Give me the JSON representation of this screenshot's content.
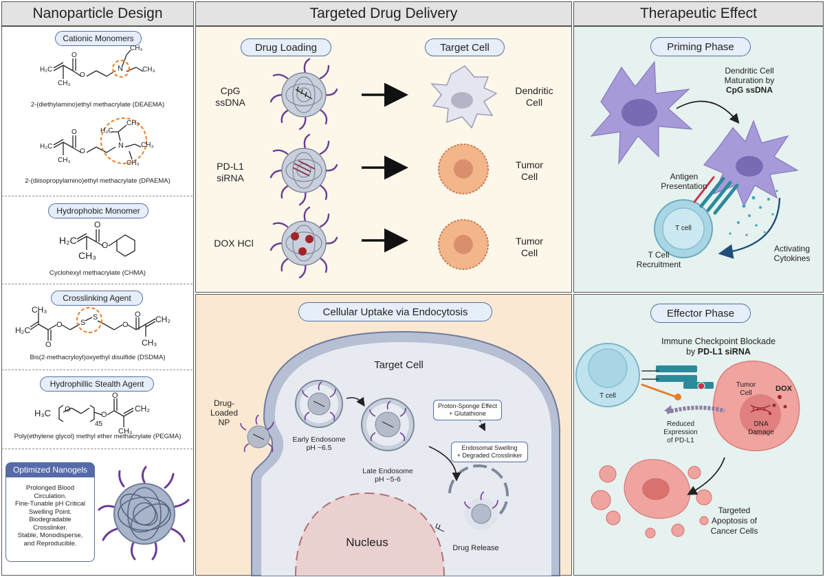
{
  "headers": {
    "left": "Nanoparticle Design",
    "middle": "Targeted Drug Delivery",
    "right": "Therapeutic Effect"
  },
  "design": {
    "cationic": {
      "label": "Cationic Monomers",
      "deaema_name": "2-(diethylamino)ethyl methacrylate (DEAEMA)",
      "dpaema_name": "2-(diisopropylamino)ethyl methacrylate (DPAEMA)"
    },
    "hydrophobic": {
      "label": "Hydrophobic Monomer",
      "name": "Cyclohexyl methacrylate (CHMA)"
    },
    "crosslinker": {
      "label": "Crosslinking Agent",
      "name": "Bis(2-methacryloyl)oxyethyl disulfide (DSDMA)"
    },
    "stealth": {
      "label": "Hydrophillic Stealth Agent",
      "name": "Poly(ethylene glycol) methyl ether methacrylate (PEGMA)",
      "repeat": "45"
    },
    "chem": {
      "h2c": "H₂C",
      "ch3": "CH₃",
      "h3c": "H₃C",
      "ch2": "CH₂",
      "n": "N",
      "o": "O",
      "s": "S"
    },
    "nanogels": {
      "title": "Optimized Nanogels",
      "lines": [
        "Prolonged Blood",
        "Circulation.",
        "Fine-Tunable pH Critical",
        "Swelling Point.",
        "Biodegradable",
        "Crosslinker.",
        "Stable, Monodisperse,",
        "and Reproducible."
      ]
    }
  },
  "delivery": {
    "drug_loading": "Drug Loading",
    "target_cell": "Target Cell",
    "rows": [
      {
        "drug": [
          "CpG",
          "ssDNA"
        ],
        "cell": [
          "Dendritic",
          "Cell"
        ]
      },
      {
        "drug": [
          "PD-L1",
          "siRNA"
        ],
        "cell": [
          "Tumor",
          "Cell"
        ]
      },
      {
        "drug": [
          "DOX HCl"
        ],
        "cell": [
          "Tumor",
          "Cell"
        ]
      }
    ]
  },
  "uptake": {
    "title": "Cellular Uptake via Endocytosis",
    "target_cell": "Target Cell",
    "np": [
      "Drug-",
      "Loaded",
      "NP"
    ],
    "early": [
      "Early Endosome",
      "pH ~6.5"
    ],
    "late": [
      "Late Endosome",
      "pH ~5-6"
    ],
    "proton": [
      "Proton-Sponge Effect",
      "+ Glutathione"
    ],
    "swelling": [
      "Endosomal Swelling",
      "+ Degraded Crosslinker"
    ],
    "release": "Drug Release",
    "nucleus": "Nucleus"
  },
  "priming": {
    "title": "Priming Phase",
    "maturation": [
      "Dendritic Cell",
      "Maturation by"
    ],
    "maturation_bold": "CpG ssDNA",
    "antigen": [
      "Antigen",
      "Presentation"
    ],
    "tcell": "T cell",
    "recruit": [
      "T Cell",
      "Recruitment"
    ],
    "cytokines": [
      "Activating",
      "Cytokines"
    ]
  },
  "effector": {
    "title": "Effector Phase",
    "blockade": "Immune Checkpoint Blockade",
    "blockade_by": "by",
    "blockade_bold": "PD-L1 siRNA",
    "tcell": "T cell",
    "tumor": [
      "Tumor",
      "Cell"
    ],
    "dox": "DOX",
    "reduced": [
      "Reduced",
      "Expression",
      "of PD-L1"
    ],
    "dna": [
      "DNA",
      "Damage"
    ],
    "apoptosis": [
      "Targeted",
      "Apoptosis of",
      "Cancer Cells"
    ]
  },
  "colors": {
    "header_bg": "#e3e3e3",
    "pill_bg": "#e6eefa",
    "pill_border": "#4f6fa3",
    "delivery_bg": "#fdf7ea",
    "uptake_bg": "#fbe8d3",
    "therapy_bg": "#e6f2ef",
    "polymer": "#6a3b94",
    "nanogel_core": "#a7b4c9",
    "dendritic": "#a79ad8",
    "tumor": "#f0a070",
    "tcell": "#bfe3ee",
    "highlight": "#e87d2a"
  }
}
